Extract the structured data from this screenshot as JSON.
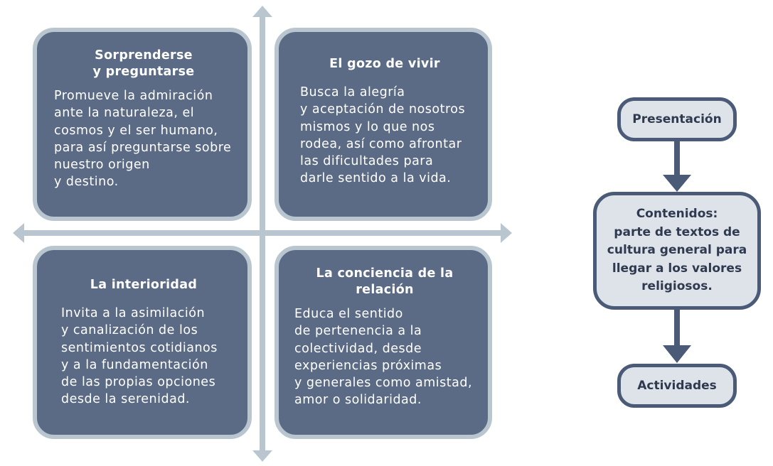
{
  "colors": {
    "quadrant_fill": "#5b6b85",
    "quadrant_border": "#b9c6d0",
    "axis": "#b9c6d0",
    "flow_fill": "#dde3e9",
    "flow_border": "#4a5a77",
    "flow_arrow": "#4a5a77",
    "flow_text": "#2f3a50"
  },
  "quadrants": {
    "top_left": {
      "title": "Sorprenderse\ny preguntarse",
      "body": "Promueve la admiración\nante la naturaleza, el\ncosmos y el ser humano,\npara así preguntarse sobre\nnuestro origen\ny destino."
    },
    "top_right": {
      "title": "El gozo de vivir",
      "body": "Busca la alegría\ny aceptación de nosotros\nmismos y lo que nos\nrodea, así como afrontar\nlas dificultades para\ndarle sentido a la vida."
    },
    "bottom_left": {
      "title": "La interioridad",
      "body": "Invita a la asimilación\ny canalización de los\nsentimientos cotidianos\ny a la fundamentación\nde las propias opciones\ndesde la serenidad."
    },
    "bottom_right": {
      "title": "La conciencia de la\nrelación",
      "body": "Educa el sentido\nde pertenencia a la\ncolectividad, desde\nexperiencias próximas\ny generales como amistad,\namor o solidaridad."
    }
  },
  "flow": {
    "step1": "Presentación",
    "step2": "Contenidos:\nparte de textos de\ncultura general para\nllegar a los valores\nreligiosos.",
    "step3": "Actividades"
  }
}
